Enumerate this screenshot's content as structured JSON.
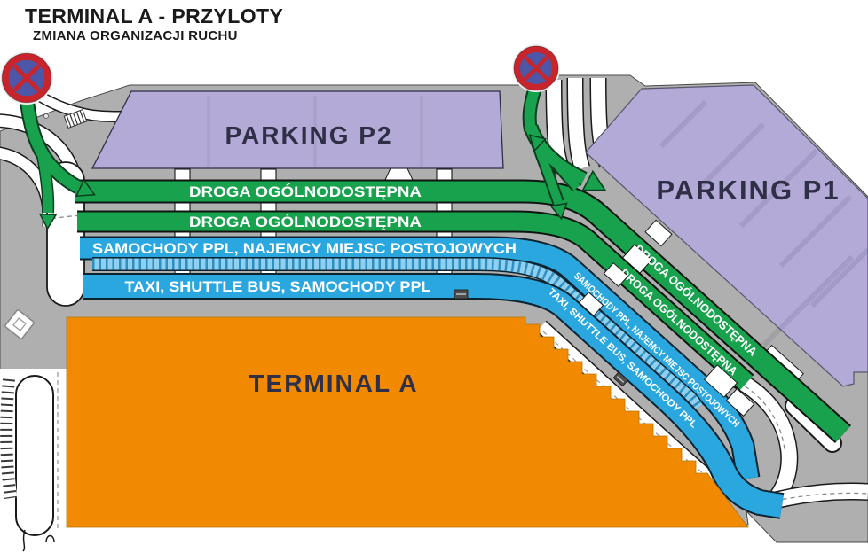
{
  "title": "TERMINAL A - PRZYLOTY",
  "subtitle": "ZMIANA ORGANIZACJI RUCHU",
  "areas": {
    "parking_p2": "PARKING P2",
    "parking_p1": "PARKING P1",
    "terminal_a": "TERMINAL A"
  },
  "roads": {
    "public": "DROGA OGÓLNODOSTĘPNA",
    "ppl_tenants": "SAMOCHODY PPL, NAJEMCY MIEJSC POSTOJOWYCH",
    "taxi_shuttle": "TAXI, SHUTTLE BUS, SAMOCHODY PPL"
  },
  "icons": {
    "no_stopping_sign": "no-stopping-sign",
    "bus_stop_shelter": "bus-stop-icon",
    "stairs": "stairs-icon",
    "info_diamond": "info-sign-icon"
  },
  "colors": {
    "public_road_green": "#18A24D",
    "ppl_road_blue": "#2BA7E0",
    "parking_purple": "#B4AAD7",
    "terminal_orange": "#F18A00",
    "road_base_gray": "#AFAFAF",
    "sign_ring_red": "#C8242B",
    "sign_center_blue": "#4C57A8"
  }
}
